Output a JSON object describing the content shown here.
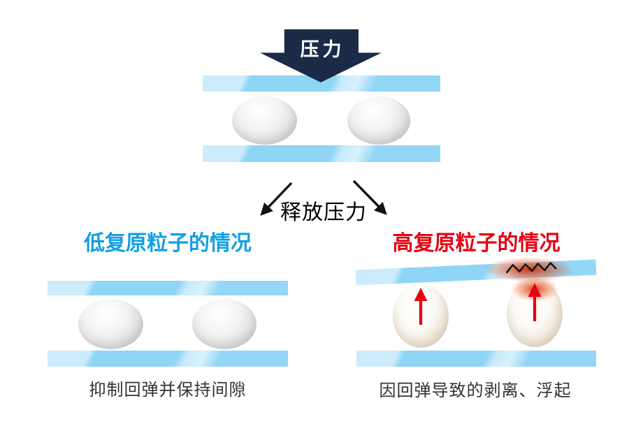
{
  "diagram": {
    "pressure_arrow": {
      "label": "压力"
    },
    "release": {
      "label": "释放压力"
    },
    "left_panel": {
      "title": "低复原粒子的情况",
      "caption": "抑制回弹并保持间隙"
    },
    "right_panel": {
      "title": "高复原粒子的情况",
      "caption": "因回弹导致的剥离、浮起"
    }
  },
  "colors": {
    "pressure-arrow-navy": "#1b2a46",
    "plate-blue": "#8ed5f6",
    "plate-blue-light": "#cdecfb",
    "left-title-blue": "#129fe3",
    "right-title-red": "#e60012",
    "rebound-arrow-red": "#e60012",
    "contact-glow-orange": "#e2450f",
    "caption-gray": "#333333",
    "particle-gray": "#c9c9c9",
    "particle-warm": "#e6dac9"
  },
  "icons": {
    "pressure-arrow-icon": "block-arrow-down",
    "release-arrow-left-icon": "thin-arrow-down-left",
    "release-arrow-right-icon": "thin-arrow-down-right",
    "rebound-arrow-icon": "red-arrow-up",
    "crack-zigzag-icon": "black-zigzag"
  }
}
